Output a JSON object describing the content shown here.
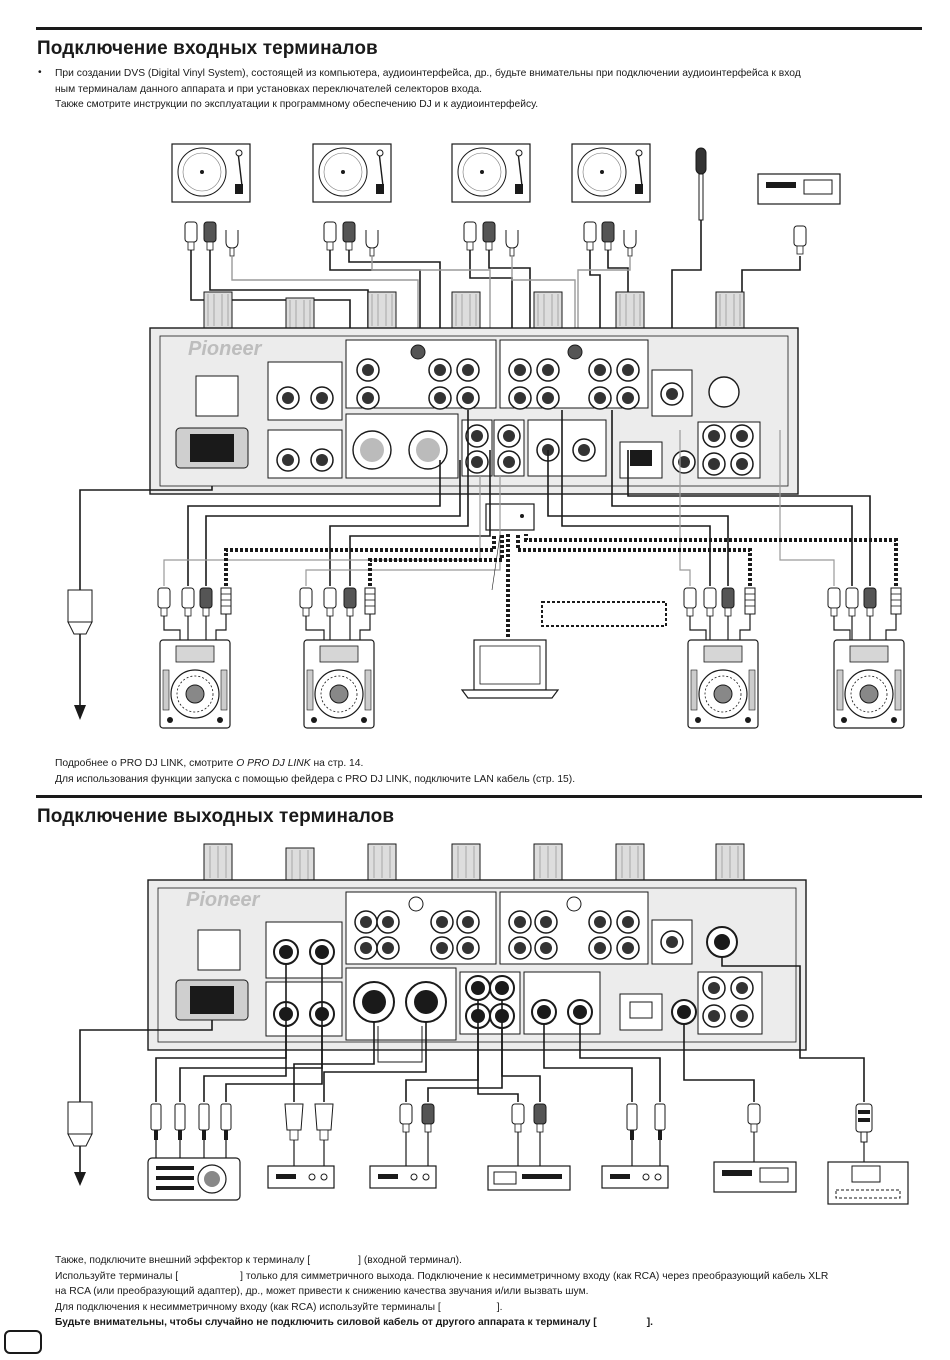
{
  "section_input": {
    "title": "Подключение входных терминалов",
    "bullet": "•",
    "lines": [
      "При создании DVS (Digital Vinyl System), состоящей из компьютера, аудиоинтерфейса, др., будьте внимательны при подключении аудиоинтерфейса к вход",
      "ным терминалам данного аппарата и при установках переключателей селекторов входа.",
      "Также смотрите инструкции по эксплуатации к программному обеспечению DJ и к аудиоинтерфейсу."
    ],
    "brand_logo": "Pioneer"
  },
  "notes_input": [
    {
      "a": "Подробнее о PRO DJ LINK, смотрите ",
      "em": "О PRO DJ LINK",
      "b": " на стр. 14."
    },
    {
      "a": "Для использования функции запуска с помощью фейдера с PRO DJ LINK, подключите LAN кабель (стр. 15).",
      "em": "",
      "b": ""
    }
  ],
  "section_output": {
    "title": "Подключение выходных терминалов",
    "brand_logo": "Pioneer"
  },
  "notes_output": {
    "line1a": "Также, подключите внешний эффектор к терминалу [",
    "line1b": "] (входной терминал).",
    "line2a": "Используйте терминалы [",
    "line2b": "] только для симметричного выхода. Подключение к несимметричному входу (как RCA) через преобразующий кабель XLR",
    "line3": "на RCA (или преобразующий адаптер), др., может привести к снижению качества звучания и/или вызвать шум.",
    "line4a": "Для подключения к несимметричному входу (как RCA) используйте терминалы [",
    "line4b": "].",
    "line5a": "Будьте внимательны, чтобы случайно не подключить силовой кабель от другого аппарата к терминалу [",
    "line5b": "]."
  },
  "icons": [
    "turntable-icon",
    "microphone-icon",
    "cd-recorder-icon",
    "cdj-player-icon",
    "laptop-icon",
    "network-hub-icon",
    "power-plug-icon",
    "effector-icon",
    "amplifier-icon",
    "sampler-icon"
  ],
  "colors": {
    "ink": "#1a1a1a",
    "panel": "#ececec",
    "panel_dark": "#cfcfcf",
    "cable_light": "#9a9a9a"
  }
}
